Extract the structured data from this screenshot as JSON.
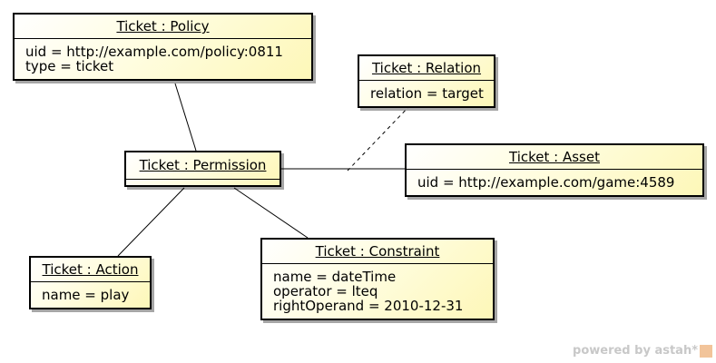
{
  "diagram": {
    "objects": {
      "policy": {
        "title": "Ticket : Policy",
        "attributes": [
          "uid = http://example.com/policy:0811",
          "type = ticket"
        ]
      },
      "relation": {
        "title": "Ticket : Relation",
        "attributes": [
          "relation = target"
        ]
      },
      "permission": {
        "title": "Ticket : Permission",
        "attributes": []
      },
      "asset": {
        "title": "Ticket : Asset",
        "attributes": [
          "uid = http://example.com/game:4589"
        ]
      },
      "action": {
        "title": "Ticket : Action",
        "attributes": [
          "name = play"
        ]
      },
      "constraint": {
        "title": "Ticket : Constraint",
        "attributes": [
          "name = dateTime",
          "operator = lteq",
          "rightOperand = 2010-12-31"
        ]
      }
    },
    "watermark": "powered by astah*"
  }
}
